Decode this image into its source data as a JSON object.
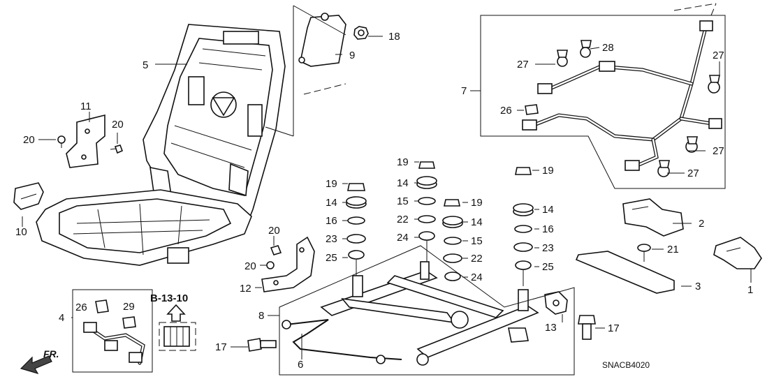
{
  "diagram": {
    "callouts": {
      "p1": "1",
      "p2": "2",
      "p3": "3",
      "p4": "4",
      "p5": "5",
      "p6": "6",
      "p7": "7",
      "p8": "8",
      "p9": "9",
      "p10": "10",
      "p11": "11",
      "p12": "12",
      "p13": "13",
      "p14a": "14",
      "p14b": "14",
      "p14c": "14",
      "p14d": "14",
      "p15a": "15",
      "p15b": "15",
      "p16a": "16",
      "p16b": "16",
      "p17a": "17",
      "p17b": "17",
      "p18": "18",
      "p19a": "19",
      "p19b": "19",
      "p19c": "19",
      "p19d": "19",
      "p20a": "20",
      "p20b": "20",
      "p20c": "20",
      "p20d": "20",
      "p21": "21",
      "p22a": "22",
      "p22b": "22",
      "p23a": "23",
      "p23b": "23",
      "p24a": "24",
      "p24b": "24",
      "p25a": "25",
      "p25b": "25",
      "p26a": "26",
      "p26b": "26",
      "p27a": "27",
      "p27b": "27",
      "p27c": "27",
      "p27d": "27",
      "p28": "28",
      "p29": "29"
    },
    "reference": "B-13-10",
    "direction": "FR.",
    "code": "SNACB4020"
  }
}
